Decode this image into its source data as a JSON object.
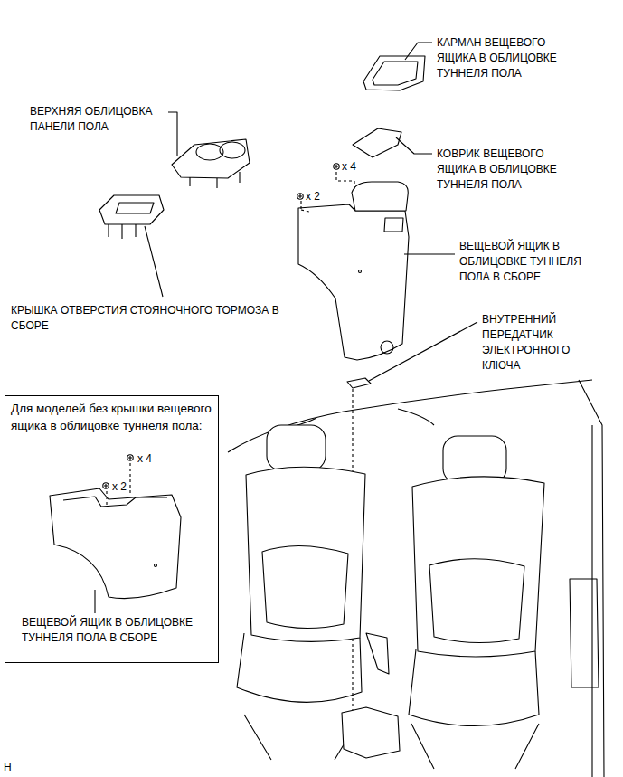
{
  "diagram": {
    "nodes": [
      {
        "text": [
          "Для моделей без крышки вещевого ящика в облицовке туннеля пола:",
          "x 4",
          "x 2",
          "ВЕЩЕВОЙ ЯЩИК В ОБЛИЦОВКЕ ТУННЕЛЯ ПОЛА В СБОРЕ"
        ]
      }
    ],
    "labels": [
      "КАРМАН ВЕЩЕВОГО ЯЩИКА В ОБЛИЦОВКЕ ТУННЕЛЯ ПОЛА",
      "ВЕРХНЯЯ ОБЛИЦОВКА ПАНЕЛИ ПОЛА",
      "КОВРИК ВЕЩЕВОГО ЯЩИКА В ОБЛИЦОВКЕ ТУННЕЛЯ ПОЛА",
      "x 4",
      "x 2",
      "ВЕЩЕВОЙ ЯЩИК В ОБЛИЦОВКЕ ТУННЕЛЯ ПОЛА В СБОРЕ",
      "КРЫШКА ОТВЕРСТИЯ СТОЯНОЧНОГО ТОРМОЗА В СБОРЕ",
      "ВНУТРЕННИЙ ПЕРЕДАТЧИК ЭЛЕКТРОННОГО КЛЮЧА",
      "H"
    ]
  }
}
